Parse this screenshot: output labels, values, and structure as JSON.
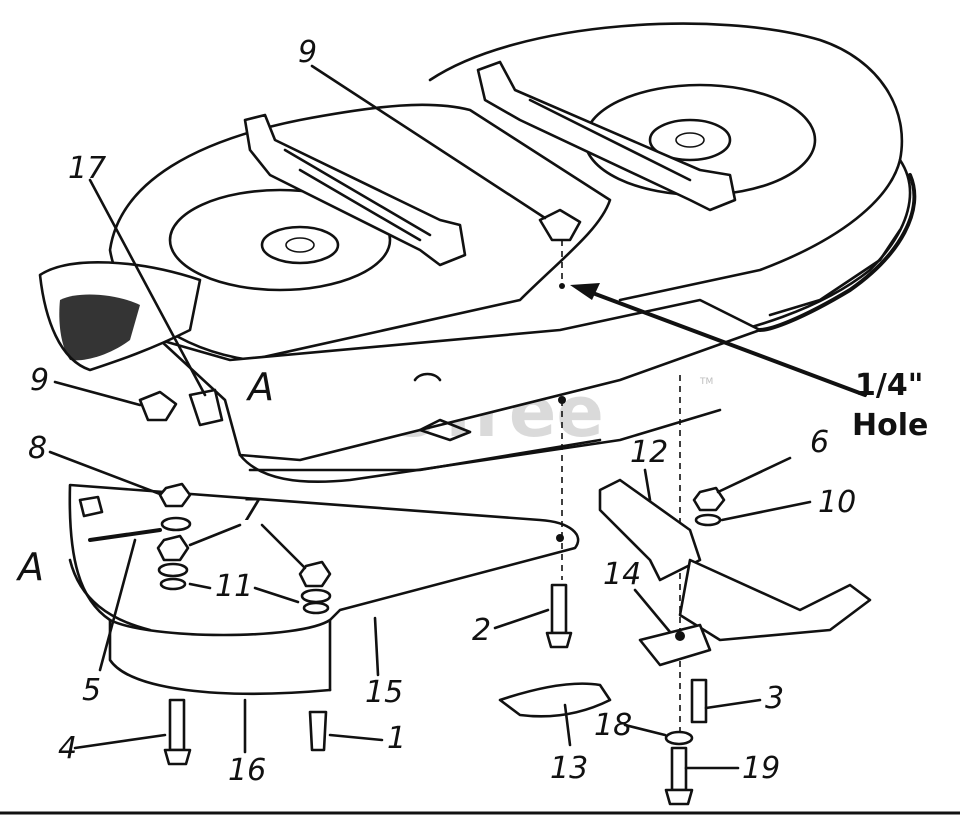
{
  "diagram": {
    "watermark": "PartsTree",
    "watermark_tm": "TM",
    "hole_label_line1": "1/4\"",
    "hole_label_line2": "Hole",
    "view_marker_top": "A",
    "view_marker_left": "A",
    "callouts": {
      "c9_top": "9",
      "c17": "17",
      "c9_left": "9",
      "c8": "8",
      "c7": "7",
      "c11": "11",
      "c5": "5",
      "c4": "4",
      "c16": "16",
      "c1": "1",
      "c15": "15",
      "c2": "2",
      "c12": "12",
      "c6": "6",
      "c10": "10",
      "c14": "14",
      "c3": "3",
      "c18": "18",
      "c13": "13",
      "c19": "19"
    }
  }
}
